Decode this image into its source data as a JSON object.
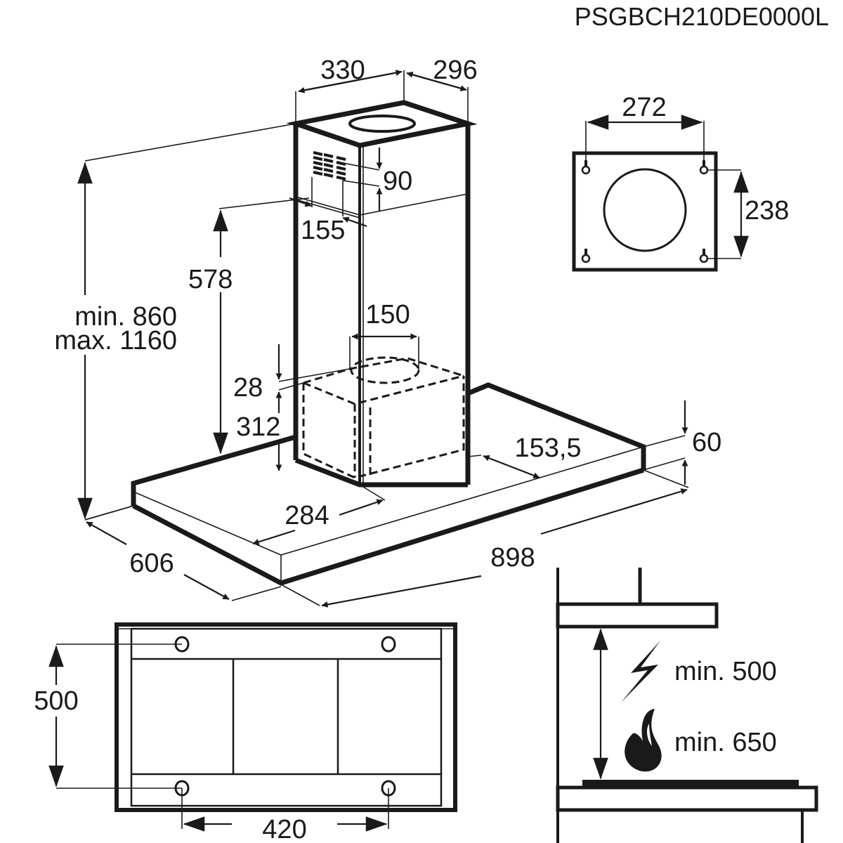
{
  "title": "PSGBCH210DE0000L",
  "colors": {
    "ink": "#1a1a1a",
    "background": "#ffffff"
  },
  "main_view": {
    "chimney_width": "330",
    "chimney_depth": "296",
    "vent_offset": "90",
    "vent_width": "155",
    "chimney_height": "578",
    "total_height_min": "min. 860",
    "total_height_max": "max. 1160",
    "duct_diameter": "150",
    "motor_gap": "28",
    "motor_height": "312",
    "canopy_thickness": "60",
    "side_offset": "153,5",
    "front_offset": "284",
    "canopy_depth": "606",
    "canopy_width": "898"
  },
  "bracket_view": {
    "hole_spacing_horizontal": "272",
    "hole_spacing_vertical": "238"
  },
  "bottom_view": {
    "hole_spacing_depth": "500",
    "hole_spacing_width": "420"
  },
  "installation_view": {
    "electric_hob_clearance": "min. 500",
    "gas_hob_clearance": "min. 650",
    "electric_icon": "lightning-icon",
    "gas_icon": "flame-icon"
  }
}
